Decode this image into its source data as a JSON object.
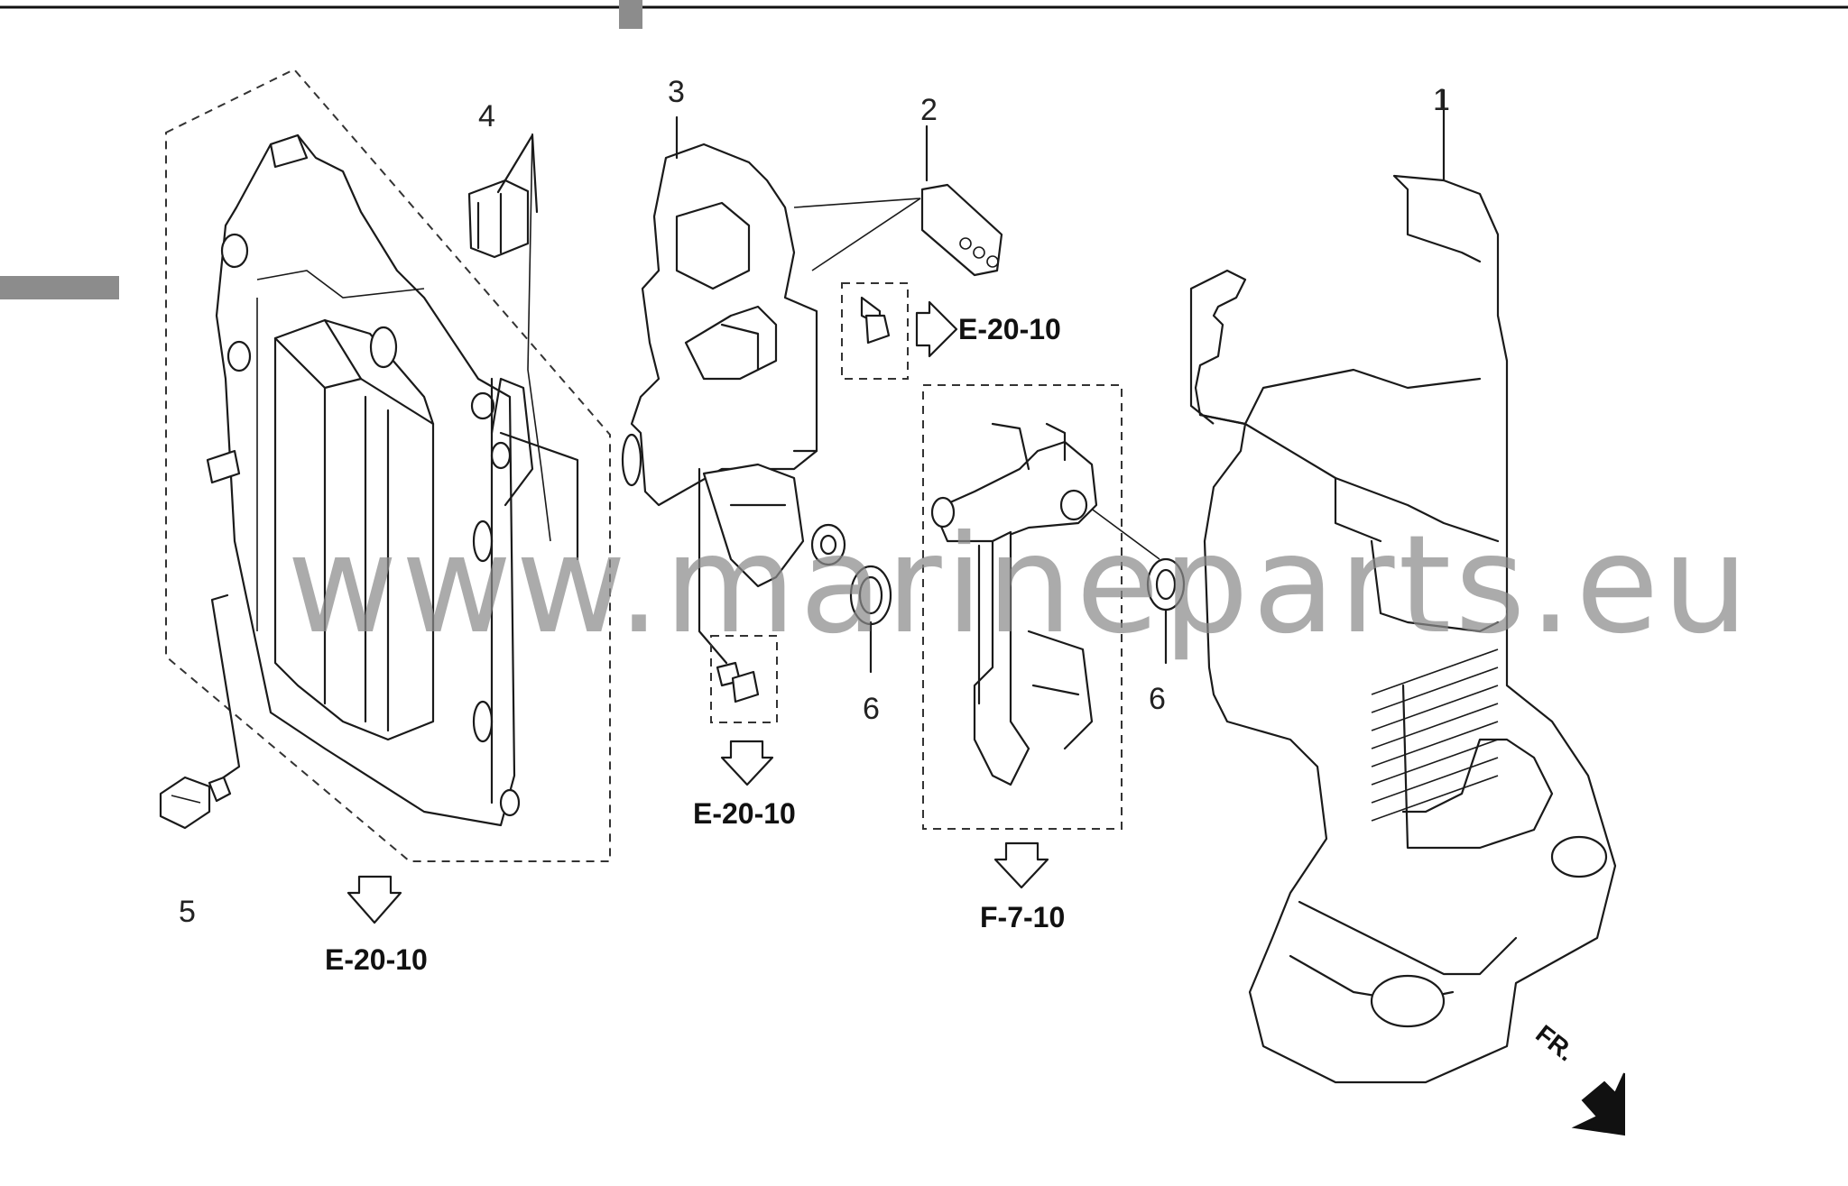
{
  "diagram": {
    "callouts": {
      "part_1": "1",
      "part_2": "2",
      "part_3": "3",
      "part_4": "4",
      "part_5": "5",
      "part_6a": "6",
      "part_6b": "6"
    },
    "references": {
      "ref_ecu": "E-20-10",
      "ref_bracket_bolt": "E-20-10",
      "ref_clip_bolt": "E-20-10",
      "ref_harness": "F-7-10"
    },
    "front_indicator": "FR.",
    "watermark": "www.marineparts.eu"
  }
}
